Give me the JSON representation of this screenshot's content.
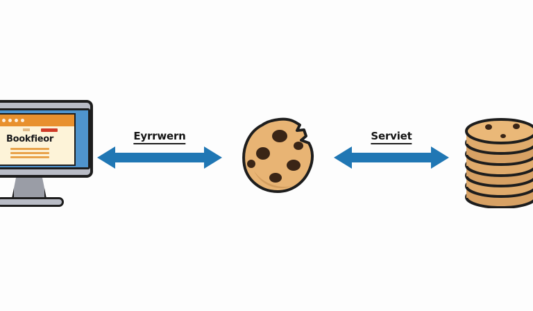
{
  "diagram": {
    "background_color": "#fdfdfd",
    "arrow_color": "#2077b4",
    "cookie_color": "#e8b474",
    "cookie_outline_color": "#1d1d1d",
    "chip_color": "#3a2516",
    "monitor_body_color": "#b9bcc6",
    "screen_header_color": "#e8902e"
  },
  "browser": {
    "name": "browser-computer-monitor",
    "screen_title": "Bookfieor",
    "topbar_dots": [
      "dot",
      "dot",
      "dot",
      "dot",
      "dot",
      "dot"
    ],
    "accent_button_color": "#cf3a27",
    "body_line_count": 3
  },
  "arrows": [
    {
      "name": "arrow-browser-cookie",
      "label": "Eyrrwern",
      "direction": "bidirectional",
      "color": "#2077b4"
    },
    {
      "name": "arrow-cookie-server",
      "label": "Serviet",
      "direction": "bidirectional",
      "color": "#2077b4"
    }
  ],
  "cookie": {
    "name": "single-cookie",
    "chip_count": 6,
    "has_bite": true
  },
  "cookie_stack": {
    "name": "cookie-stack",
    "layer_count": 6,
    "top_chip_count": 3
  }
}
